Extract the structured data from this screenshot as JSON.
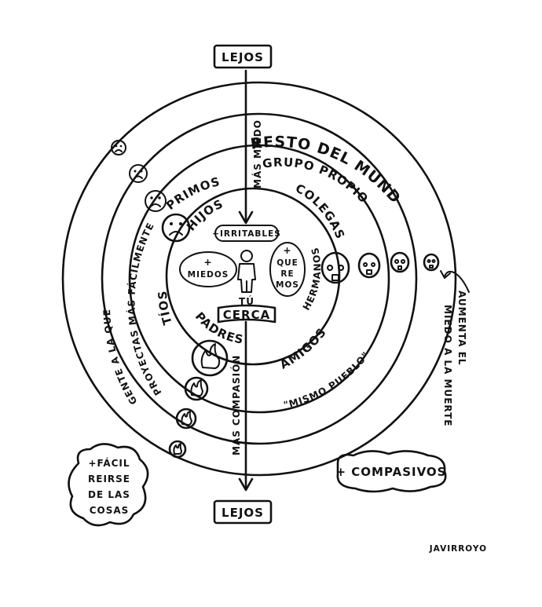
{
  "labels": {
    "far_top": "LEJOS",
    "far_bottom": "LEJOS",
    "center_you": "TÚ",
    "center_near": "CERCA",
    "more_fear_arrow": "MÁS MIEDO",
    "more_compassion_arrow": "MÁS COMPASIÓN",
    "rest_world": "RESTO DEL MUNDO",
    "own_group": "GRUPO PROPIO",
    "cousins": "PRIMOS",
    "children": "HIJOS",
    "colleagues": "COLEGAS",
    "siblings": "HERMANOS",
    "uncles": "TÍOS",
    "parents": "PADRES",
    "friends": "AMIGOS",
    "same_town": "\"MISMO PUEBLO\"",
    "projected_left": "PROYECTAS MÁS FÁCILMENTE",
    "projected_left_2": "GENTE A LA QUE",
    "death_fear": "AUMENTA EL",
    "death_fear_2": "MIEDO A LA MUERTE",
    "more_irritable": "+IRRITABLES",
    "more_fears_plus": "+",
    "more_fears": "MIEDOS",
    "loved_plus": "+",
    "loved_1": "QUE",
    "loved_2": "RE",
    "loved_3": "MOS",
    "easier_1": "+FÁCIL",
    "easier_2": "REIRSE",
    "easier_3": "DE LAS",
    "easier_4": "COSAS",
    "more_compassionate": "+ COMPASIVOS",
    "signature": "JAVIRROYO"
  },
  "icons": {
    "center": "person-icon",
    "sad_faces": [
      "sad-face-icon",
      "sad-face-icon",
      "sad-face-icon",
      "sad-face-icon"
    ],
    "skulls": [
      "skull-icon",
      "skull-icon",
      "skull-icon",
      "skull-icon"
    ],
    "flames": [
      "flame-icon",
      "flame-icon",
      "flame-icon",
      "flame-icon"
    ]
  },
  "colors": {
    "ink": "#111111",
    "paper": "#ffffff"
  }
}
